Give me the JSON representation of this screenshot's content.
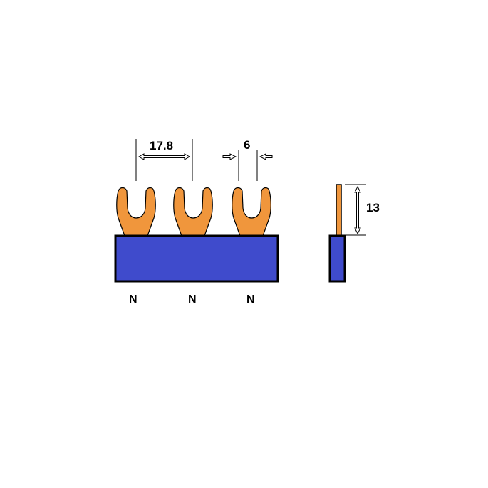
{
  "dimensions": {
    "pitch": "17.8",
    "slot_width": "6",
    "height": "13"
  },
  "terminals": [
    "N",
    "N",
    "N"
  ],
  "colors": {
    "busbar": "#3f4bcc",
    "fork": "#f0963c",
    "outline": "#000000"
  }
}
